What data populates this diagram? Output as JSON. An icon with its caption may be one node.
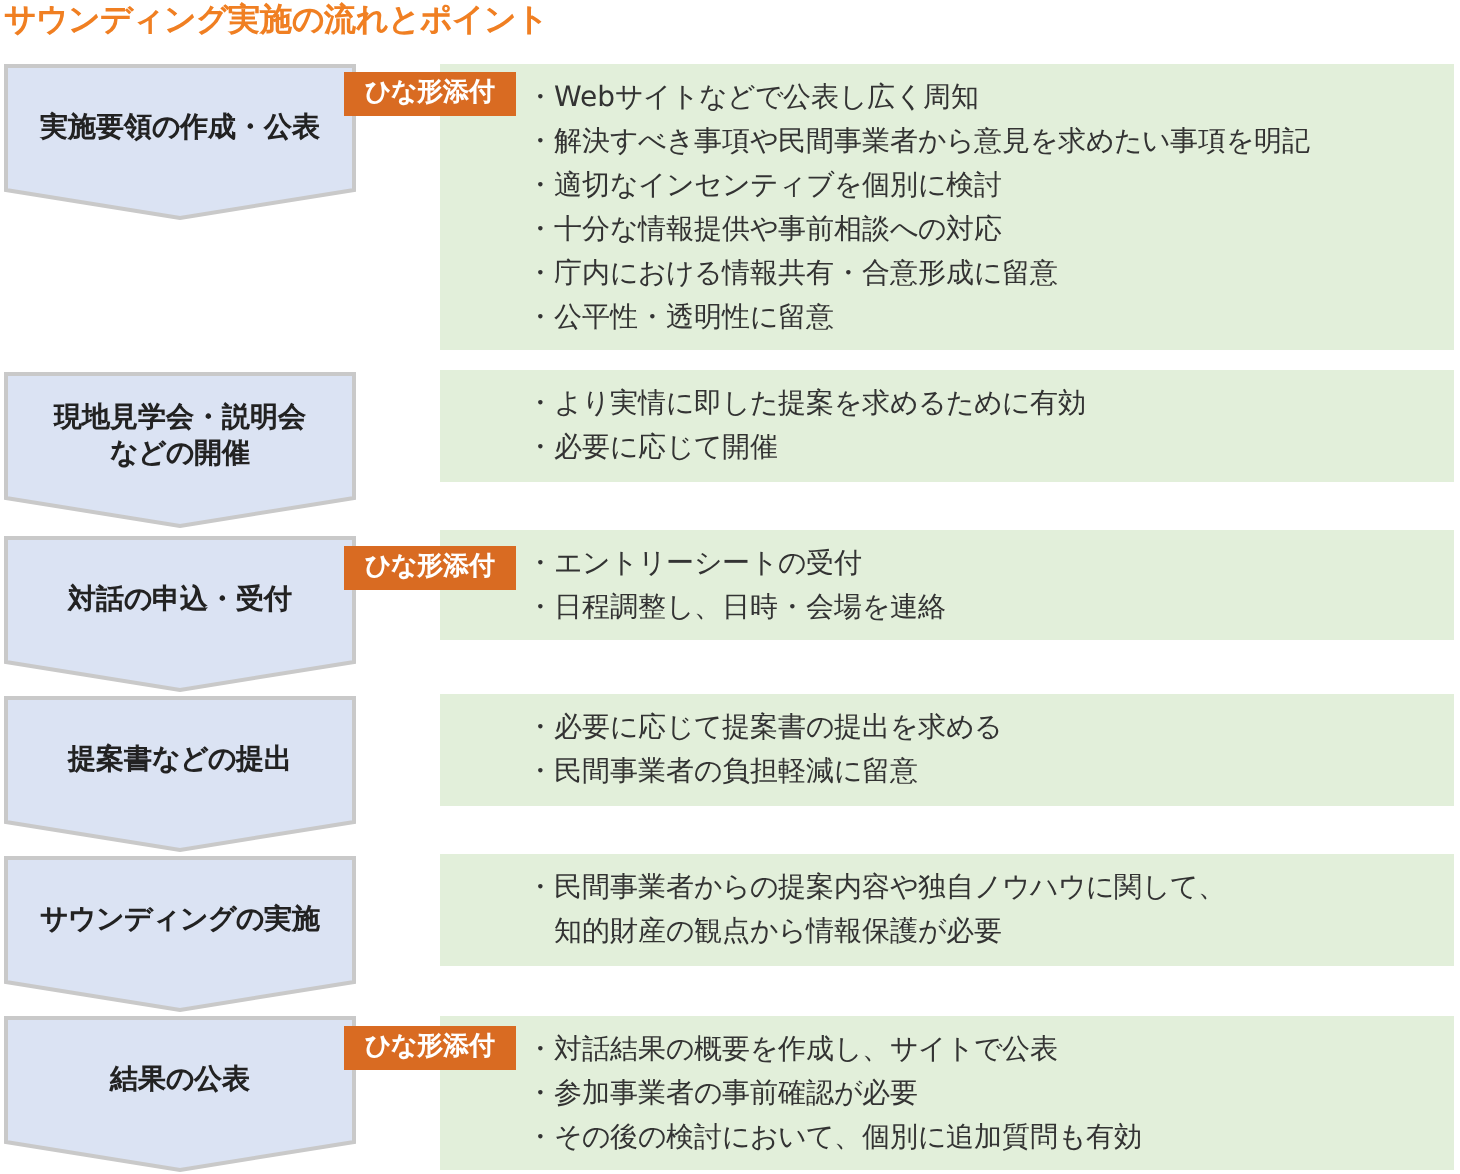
{
  "diagram": {
    "title": "サウンディング実施の流れとポイント",
    "nodes": [
      {
        "text": [
          "実施要領の作成・公表"
        ]
      },
      {
        "text": [
          "ひな形添付"
        ]
      },
      {
        "text": [
          "・Webサイトなどで公表し広く周知",
          "・解決すべき事項や民間事業者から意見を求めたい事項を明記",
          "・適切なインセンティブを個別に検討",
          "・十分な情報提供や事前相談への対応",
          "・庁内における情報共有・合意形成に留意",
          "・公平性・透明性に留意"
        ]
      },
      {
        "text": [
          "現地見学会・説明会などの開催"
        ]
      },
      {
        "text": [
          "・より実情に即した提案を求めるために有効",
          "・必要に応じて開催"
        ]
      },
      {
        "text": [
          "対話の申込・受付"
        ]
      },
      {
        "text": [
          "ひな形添付"
        ]
      },
      {
        "text": [
          "・エントリーシートの受付",
          "・日程調整し、日時・会場を連絡"
        ]
      },
      {
        "text": [
          "提案書などの提出"
        ]
      },
      {
        "text": [
          "・必要に応じて提案書の提出を求める",
          "・民間事業者の負担軽減に留意"
        ]
      },
      {
        "text": [
          "サウンディングの実施"
        ]
      },
      {
        "text": [
          "・民間事業者からの提案内容や独自ノウハウに関して、知的財産の観点から情報保護が必要"
        ]
      },
      {
        "text": [
          "結果の公表"
        ]
      },
      {
        "text": [
          "ひな形添付"
        ]
      },
      {
        "text": [
          "・対話結果の概要を作成し、サイトで公表",
          "・参加事業者の事前確認が必要",
          "・その後の検討において、個別に追加質問も有効"
        ]
      }
    ]
  }
}
